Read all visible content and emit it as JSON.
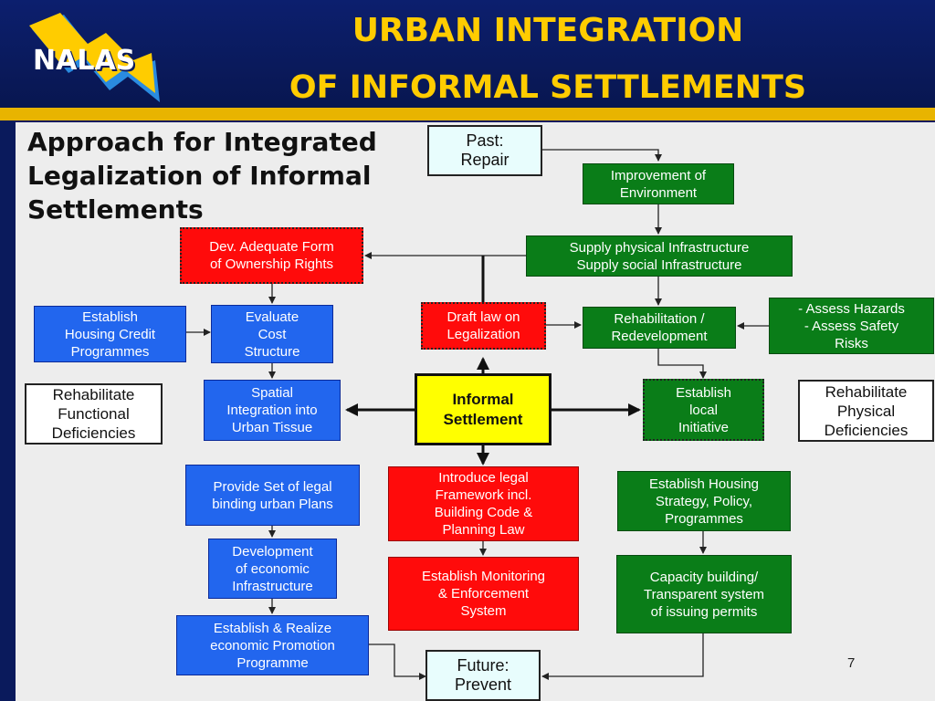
{
  "header": {
    "title_line1": "URBAN INTEGRATION",
    "title_line2": "OF INFORMAL SETTLEMENTS",
    "logo_text": "NALAS"
  },
  "diagram": {
    "heading": "Approach for Integrated\nLegalization of Informal\nSettlements",
    "page_number": "7",
    "boxes": {
      "past": "Past:\nRepair",
      "improvement": "Improvement of\nEnvironment",
      "supply": "Supply physical Infrastructure\nSupply social Infrastructure",
      "dev_form": "Dev. Adequate Form\nof Ownership Rights",
      "establish_credit": "Establish\nHousing Credit\nProgrammes",
      "evaluate_cost": "Evaluate\nCost\nStructure",
      "draft_law": "Draft law on\nLegalization",
      "rehab_redev": "Rehabilitation /\nRedevelopment",
      "assess": "- Assess Hazards\n- Assess Safety\nRisks",
      "rehab_functional": "Rehabilitate\nFunctional\nDeficiencies",
      "spatial": "Spatial\nIntegration into\nUrban Tissue",
      "informal": "Informal\nSettlement",
      "local_initiative": "Establish\nlocal\nInitiative",
      "rehab_physical": "Rehabilitate\nPhysical\nDeficiencies",
      "legal_plans": "Provide Set of legal\nbinding urban Plans",
      "legal_framework": "Introduce legal\nFramework incl.\nBuilding Code &\nPlanning Law",
      "housing_strategy": "Establish Housing\nStrategy, Policy,\nProgrammes",
      "econ_infra": "Development\nof economic\nInfrastructure",
      "monitoring": "Establish Monitoring\n& Enforcement\nSystem",
      "capacity": "Capacity building/\nTransparent system\nof issuing permits",
      "econ_promotion": "Establish & Realize\neconomic Promotion\nProgramme",
      "future": "Future:\nPrevent"
    }
  }
}
